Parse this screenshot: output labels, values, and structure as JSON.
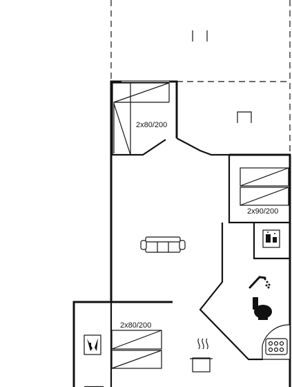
{
  "labels": {
    "bed_top": "2x80/200",
    "bed_right": "2x90/200",
    "bed_bottom": "2x80/200"
  },
  "icons": {
    "sofa": "sofa-icon",
    "shower": "shower-icon",
    "toilet": "toilet-icon",
    "washer": "washing-machine-icon",
    "stove": "cooking-pot-icon",
    "hob": "hob-icon",
    "dishwasher": "dishwasher-icon",
    "terrace_furniture": "terrace-chairs-icon"
  },
  "colors": {
    "wall": "#111111",
    "background": "#ffffff"
  }
}
